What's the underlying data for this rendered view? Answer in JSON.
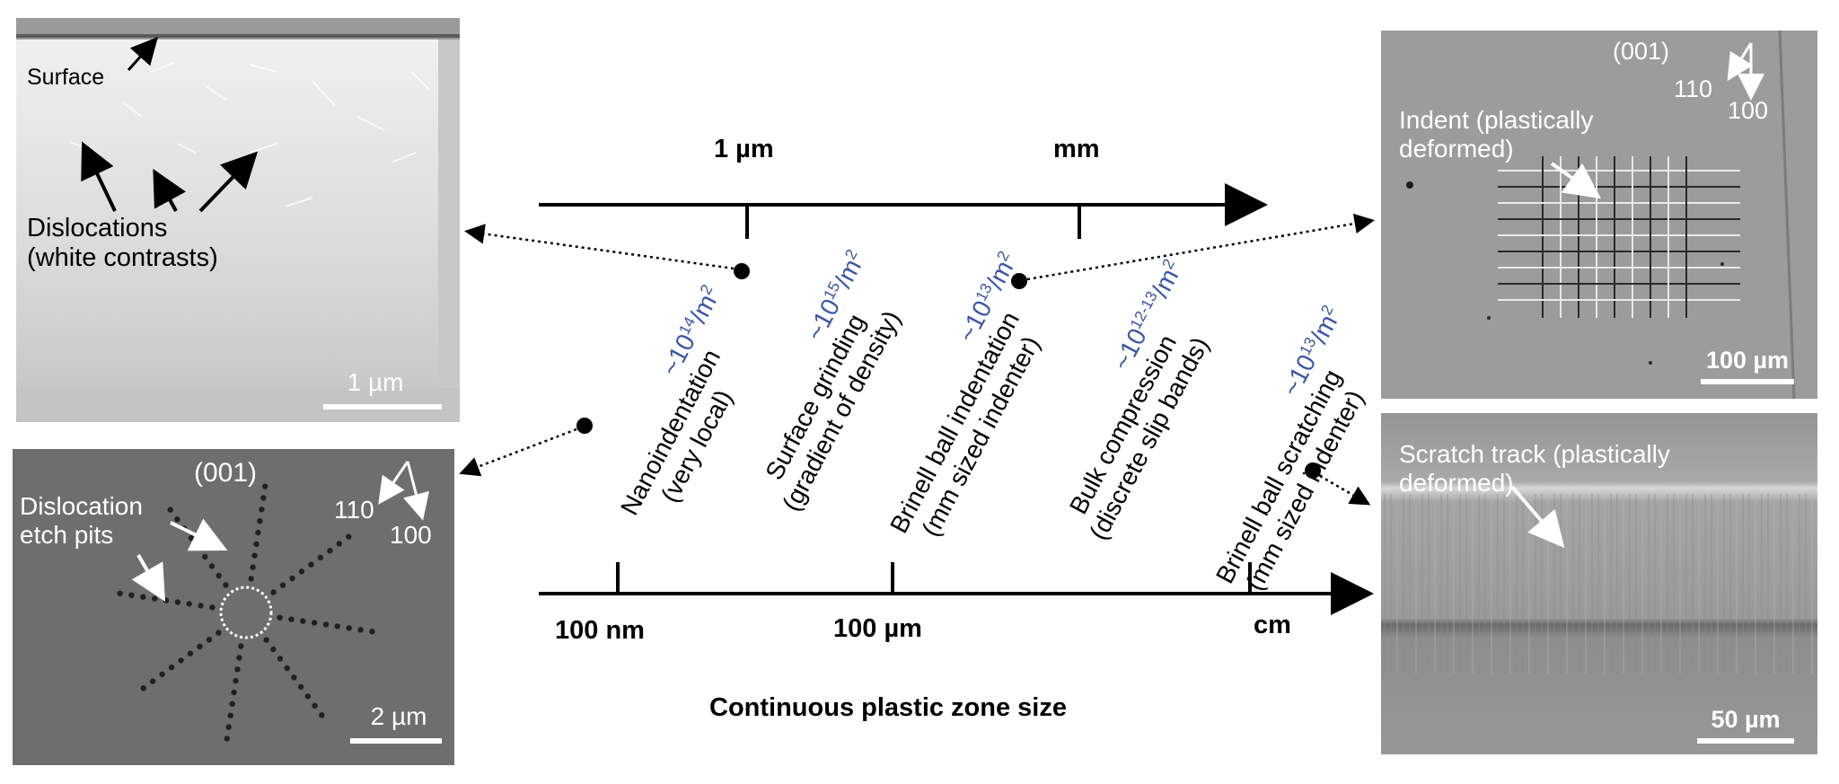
{
  "colors": {
    "density": "#3a56a8",
    "axis": "#000000"
  },
  "top_axis": {
    "ticks": [
      "1 µm",
      "mm"
    ]
  },
  "bottom_axis": {
    "ticks": [
      "100 nm",
      "100 µm",
      "cm"
    ],
    "title": "Continuous plastic zone size"
  },
  "processes": [
    {
      "density_base": "~10",
      "density_exp": "14",
      "density_unit": "/m",
      "density_unit_exp": "2",
      "name": "Nanoindentation",
      "detail": "(very local)"
    },
    {
      "density_base": "~10",
      "density_exp": "15",
      "density_unit": "/m",
      "density_unit_exp": "2",
      "name": "Surface grinding",
      "detail": "(gradient of density)"
    },
    {
      "density_base": "~10",
      "density_exp": "13",
      "density_unit": "/m",
      "density_unit_exp": "2",
      "name": "Brinell ball indentation",
      "detail": "(mm sized indenter)"
    },
    {
      "density_base": "~10",
      "density_exp": "12-13",
      "density_unit": "/m",
      "density_unit_exp": "2",
      "name": "Bulk compression",
      "detail": "(discrete slip bands)"
    },
    {
      "density_base": "~10",
      "density_exp": "13",
      "density_unit": "/m",
      "density_unit_exp": "2",
      "name": "Brinell ball scratching",
      "detail": "(mm sized indenter)"
    }
  ],
  "panels": {
    "tem": {
      "surface": "Surface",
      "dislocations": "Dislocations\n(white contrasts)",
      "scale": "1 µm"
    },
    "etch": {
      "orientation": "(001)",
      "dir1": "110",
      "dir2": "100",
      "label": "Dislocation\netch pits",
      "scale": "2 µm"
    },
    "indent": {
      "orientation": "(001)",
      "dir1": "110",
      "dir2": "100",
      "label": "Indent (plastically\ndeformed)",
      "scale": "100 µm"
    },
    "scratch": {
      "label": "Scratch track (plastically\ndeformed)",
      "scale": "50 µm"
    }
  }
}
